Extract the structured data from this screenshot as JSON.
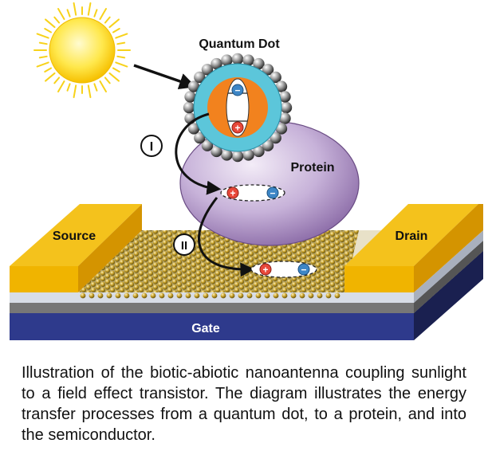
{
  "labels": {
    "quantum_dot": "Quantum Dot",
    "protein": "Protein",
    "source": "Source",
    "drain": "Drain",
    "gate": "Gate",
    "step_one": "I",
    "step_two": "II"
  },
  "charges": {
    "minus": "−",
    "plus": "+"
  },
  "caption": "Illustration of the biotic-abiotic nanoantenna coupling sunlight to a field effect transistor. The diagram illustrates the energy transfer processes from a quantum dot, to a protein, and into the semiconductor.",
  "colors": {
    "sun": "#ffe24a",
    "electrode": "#f4c21c",
    "gate": "#2e3a8c",
    "protein": "#b79ccf",
    "qd_shell": "#5cc6da",
    "qd_core": "#f2821e",
    "hole": "#e8483a",
    "electron": "#3d86c6"
  }
}
